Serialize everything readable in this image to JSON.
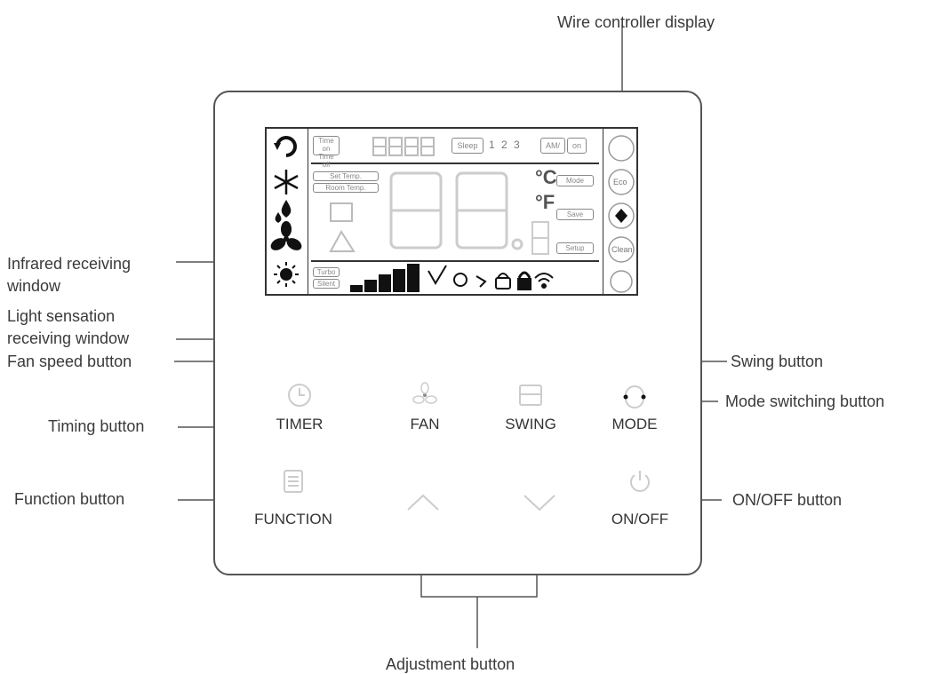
{
  "callouts": {
    "wire_display": "Wire controller display",
    "infrared_line1": "Infrared receiving",
    "infrared_line2": "window",
    "light_line1": "Light sensation",
    "light_line2": "receiving window",
    "fan_speed": "Fan speed button",
    "swing": "Swing button",
    "mode_switch": "Mode switching button",
    "timing": "Timing button",
    "function": "Function button",
    "onoff": "ON/OFF button",
    "adjustment": "Adjustment button"
  },
  "buttons": {
    "timer": "TIMER",
    "fan": "FAN",
    "swing": "SWING",
    "mode": "MODE",
    "function": "FUNCTION",
    "onoff": "ON/OFF"
  },
  "lcd": {
    "timer_on": "Time on",
    "timer_off": "Time off",
    "sleep": "Sleep",
    "sleep_levels": [
      "1",
      "2",
      "3"
    ],
    "wifi_label": "AM/",
    "on_label": "on",
    "set_temp": "Set Temp.",
    "room_temp": "Room Temp.",
    "celsius": "°C",
    "fahrenheit": "°F",
    "modes_right": [
      "Mode",
      "Save",
      "Setup"
    ],
    "bottom_left": [
      "Turbo",
      "Silent"
    ],
    "right_icons": [
      "Eco",
      "Clean"
    ]
  },
  "icons": {
    "mode": "mode-cycle-icon",
    "cool": "snowflake-icon",
    "dry": "water-drop-icon",
    "fan": "fan-icon",
    "heat": "sun-icon",
    "timer": "clock-icon",
    "swing": "swing-icon",
    "function": "list-icon",
    "onoff": "power-icon",
    "up": "chevron-up-icon",
    "down": "chevron-down-icon"
  },
  "colors": {
    "line": "#555555",
    "button_icon": "#cccccc",
    "lcd_segment": "#cccccc",
    "lcd_dark": "#111111"
  }
}
